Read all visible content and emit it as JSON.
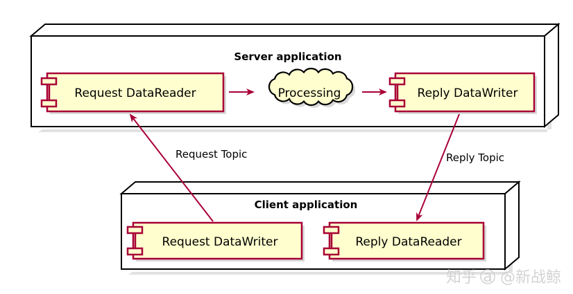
{
  "diagram": {
    "type": "uml-component-deployment",
    "title_visible": false,
    "background": "#ffffff",
    "colors": {
      "component_fill": "#fefece",
      "component_border": "#a80036",
      "node_fill": "#ffffff",
      "node_border": "#000000",
      "arrow": "#a80036",
      "text": "#000000",
      "shadow": "#b0b0b0",
      "watermark": "#cfcfcf"
    },
    "nodes": [
      {
        "id": "server-application",
        "label": "Server application",
        "components": [
          {
            "id": "request-datareader",
            "label": "Request DataReader",
            "shape": "component"
          },
          {
            "id": "processing",
            "label": "Processing",
            "shape": "cloud"
          },
          {
            "id": "reply-datawriter",
            "label": "Reply DataWriter",
            "shape": "component"
          }
        ]
      },
      {
        "id": "client-application",
        "label": "Client application",
        "components": [
          {
            "id": "request-datawriter",
            "label": "Request DataWriter",
            "shape": "component"
          },
          {
            "id": "reply-datareader",
            "label": "Reply DataReader",
            "shape": "component"
          }
        ]
      }
    ],
    "edges": [
      {
        "id": "edge-reader-to-processing",
        "from": "request-datareader",
        "to": "processing",
        "label": "",
        "style": "solid-arrow"
      },
      {
        "id": "edge-processing-to-writer",
        "from": "processing",
        "to": "reply-datawriter",
        "label": "",
        "style": "solid-arrow"
      },
      {
        "id": "edge-request-topic",
        "from": "request-datawriter",
        "to": "request-datareader",
        "label": "Request Topic",
        "style": "solid-arrow"
      },
      {
        "id": "edge-reply-topic",
        "from": "reply-datawriter",
        "to": "reply-datareader",
        "label": "Reply Topic",
        "style": "solid-arrow"
      }
    ]
  },
  "watermark": {
    "brand": "知乎",
    "handle": "@新战鲸"
  }
}
